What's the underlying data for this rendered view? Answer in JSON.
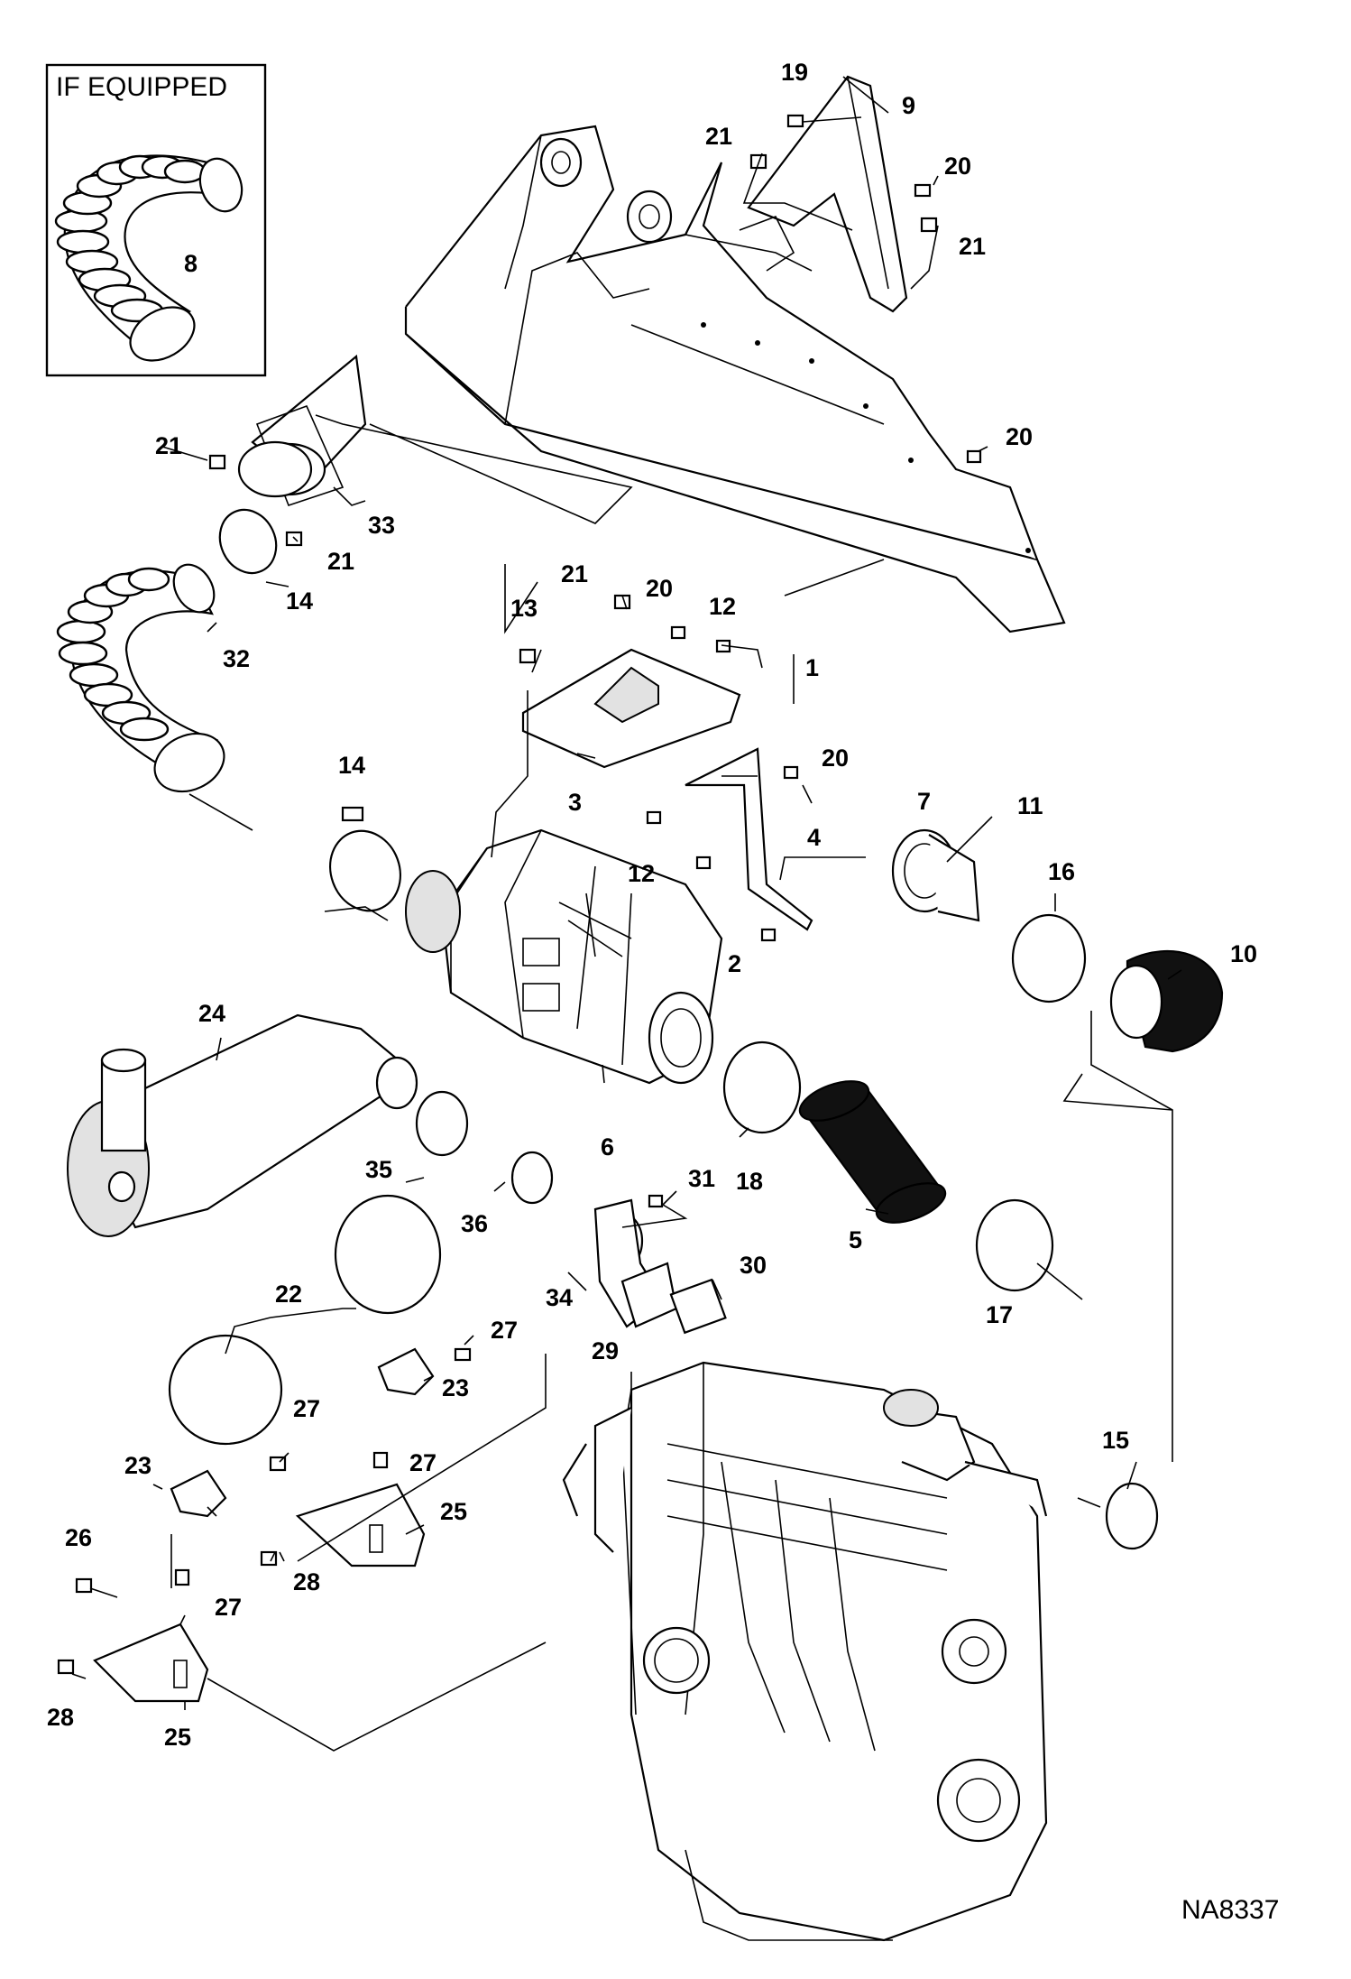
{
  "inset": {
    "title": "IF EQUIPPED"
  },
  "document_code": "NA8337",
  "callouts": [
    {
      "id": "c19",
      "label": "19"
    },
    {
      "id": "c9",
      "label": "9"
    },
    {
      "id": "c21a",
      "label": "21"
    },
    {
      "id": "c20a",
      "label": "20"
    },
    {
      "id": "c21b",
      "label": "21"
    },
    {
      "id": "c8",
      "label": "8"
    },
    {
      "id": "c21c",
      "label": "21"
    },
    {
      "id": "c20b",
      "label": "20"
    },
    {
      "id": "c33",
      "label": "33"
    },
    {
      "id": "c21d",
      "label": "21"
    },
    {
      "id": "c14a",
      "label": "14"
    },
    {
      "id": "c21e",
      "label": "21"
    },
    {
      "id": "c20c",
      "label": "20"
    },
    {
      "id": "c13",
      "label": "13"
    },
    {
      "id": "c12a",
      "label": "12"
    },
    {
      "id": "c1",
      "label": "1"
    },
    {
      "id": "c32",
      "label": "32"
    },
    {
      "id": "c14b",
      "label": "14"
    },
    {
      "id": "c3",
      "label": "3"
    },
    {
      "id": "c20d",
      "label": "20"
    },
    {
      "id": "c7",
      "label": "7"
    },
    {
      "id": "c11",
      "label": "11"
    },
    {
      "id": "c4",
      "label": "4"
    },
    {
      "id": "c16",
      "label": "16"
    },
    {
      "id": "c12b",
      "label": "12"
    },
    {
      "id": "c10",
      "label": "10"
    },
    {
      "id": "c2",
      "label": "2"
    },
    {
      "id": "c24",
      "label": "24"
    },
    {
      "id": "c6",
      "label": "6"
    },
    {
      "id": "c35",
      "label": "35"
    },
    {
      "id": "c18",
      "label": "18"
    },
    {
      "id": "c31",
      "label": "31"
    },
    {
      "id": "c36",
      "label": "36"
    },
    {
      "id": "c5",
      "label": "5"
    },
    {
      "id": "c22",
      "label": "22"
    },
    {
      "id": "c34",
      "label": "34"
    },
    {
      "id": "c30",
      "label": "30"
    },
    {
      "id": "c17",
      "label": "17"
    },
    {
      "id": "c27a",
      "label": "27"
    },
    {
      "id": "c29",
      "label": "29"
    },
    {
      "id": "c23a",
      "label": "23"
    },
    {
      "id": "c27b",
      "label": "27"
    },
    {
      "id": "c15",
      "label": "15"
    },
    {
      "id": "c23b",
      "label": "23"
    },
    {
      "id": "c27c",
      "label": "27"
    },
    {
      "id": "c25a",
      "label": "25"
    },
    {
      "id": "c26",
      "label": "26"
    },
    {
      "id": "c28a",
      "label": "28"
    },
    {
      "id": "c27d",
      "label": "27"
    },
    {
      "id": "c28b",
      "label": "28"
    },
    {
      "id": "c25b",
      "label": "25"
    }
  ]
}
